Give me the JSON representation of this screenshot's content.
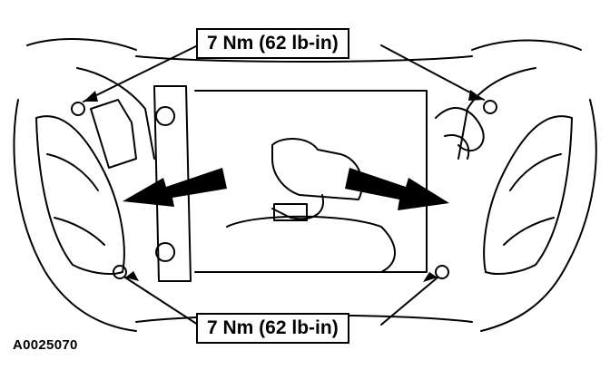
{
  "callouts": {
    "top": "7 Nm (62 lb-in)",
    "bottom": "7 Nm (62 lb-in)"
  },
  "figure_id": "A0025070",
  "colors": {
    "ink": "#000000",
    "paper": "#ffffff"
  }
}
